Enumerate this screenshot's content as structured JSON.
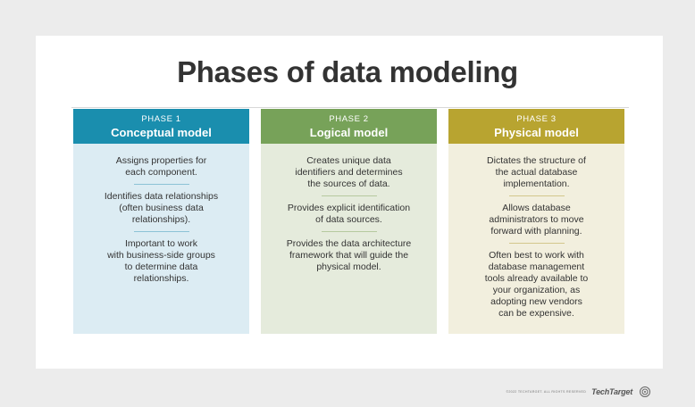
{
  "title": "Phases of data modeling",
  "columns": [
    {
      "phase": "PHASE 1",
      "model": "Conceptual model",
      "items": [
        "Assigns properties for\neach component.",
        "Identifies data relationships\n(often business data\nrelationships).",
        "Important to work\nwith business-side groups\nto determine data\nrelationships."
      ]
    },
    {
      "phase": "PHASE 2",
      "model": "Logical model",
      "items": [
        "Creates unique data\nidentifiers and determines\nthe sources of data.",
        "Provides explicit identification\nof data sources.",
        "Provides the data architecture\nframework that will guide the\nphysical model."
      ]
    },
    {
      "phase": "PHASE 3",
      "model": "Physical model",
      "items": [
        "Dictates the structure of\nthe actual database\nimplementation.",
        "Allows database\nadministrators to move\nforward with planning.",
        "Often best to work with\ndatabase management\ntools already available to\nyour organization, as\nadopting new vendors\ncan be expensive."
      ]
    }
  ],
  "footer": {
    "copyright": "©2022 TECHTARGET. ALL RIGHTS RESERVED",
    "brand": "TechTarget",
    "brand_icon": "techtarget-logo-icon"
  },
  "colors": {
    "phase1_header": "#1a8eae",
    "phase1_body": "#dcecf3",
    "phase2_header": "#77a259",
    "phase2_body": "#e5ebdc",
    "phase3_header": "#b8a430",
    "phase3_body": "#f2efde"
  }
}
